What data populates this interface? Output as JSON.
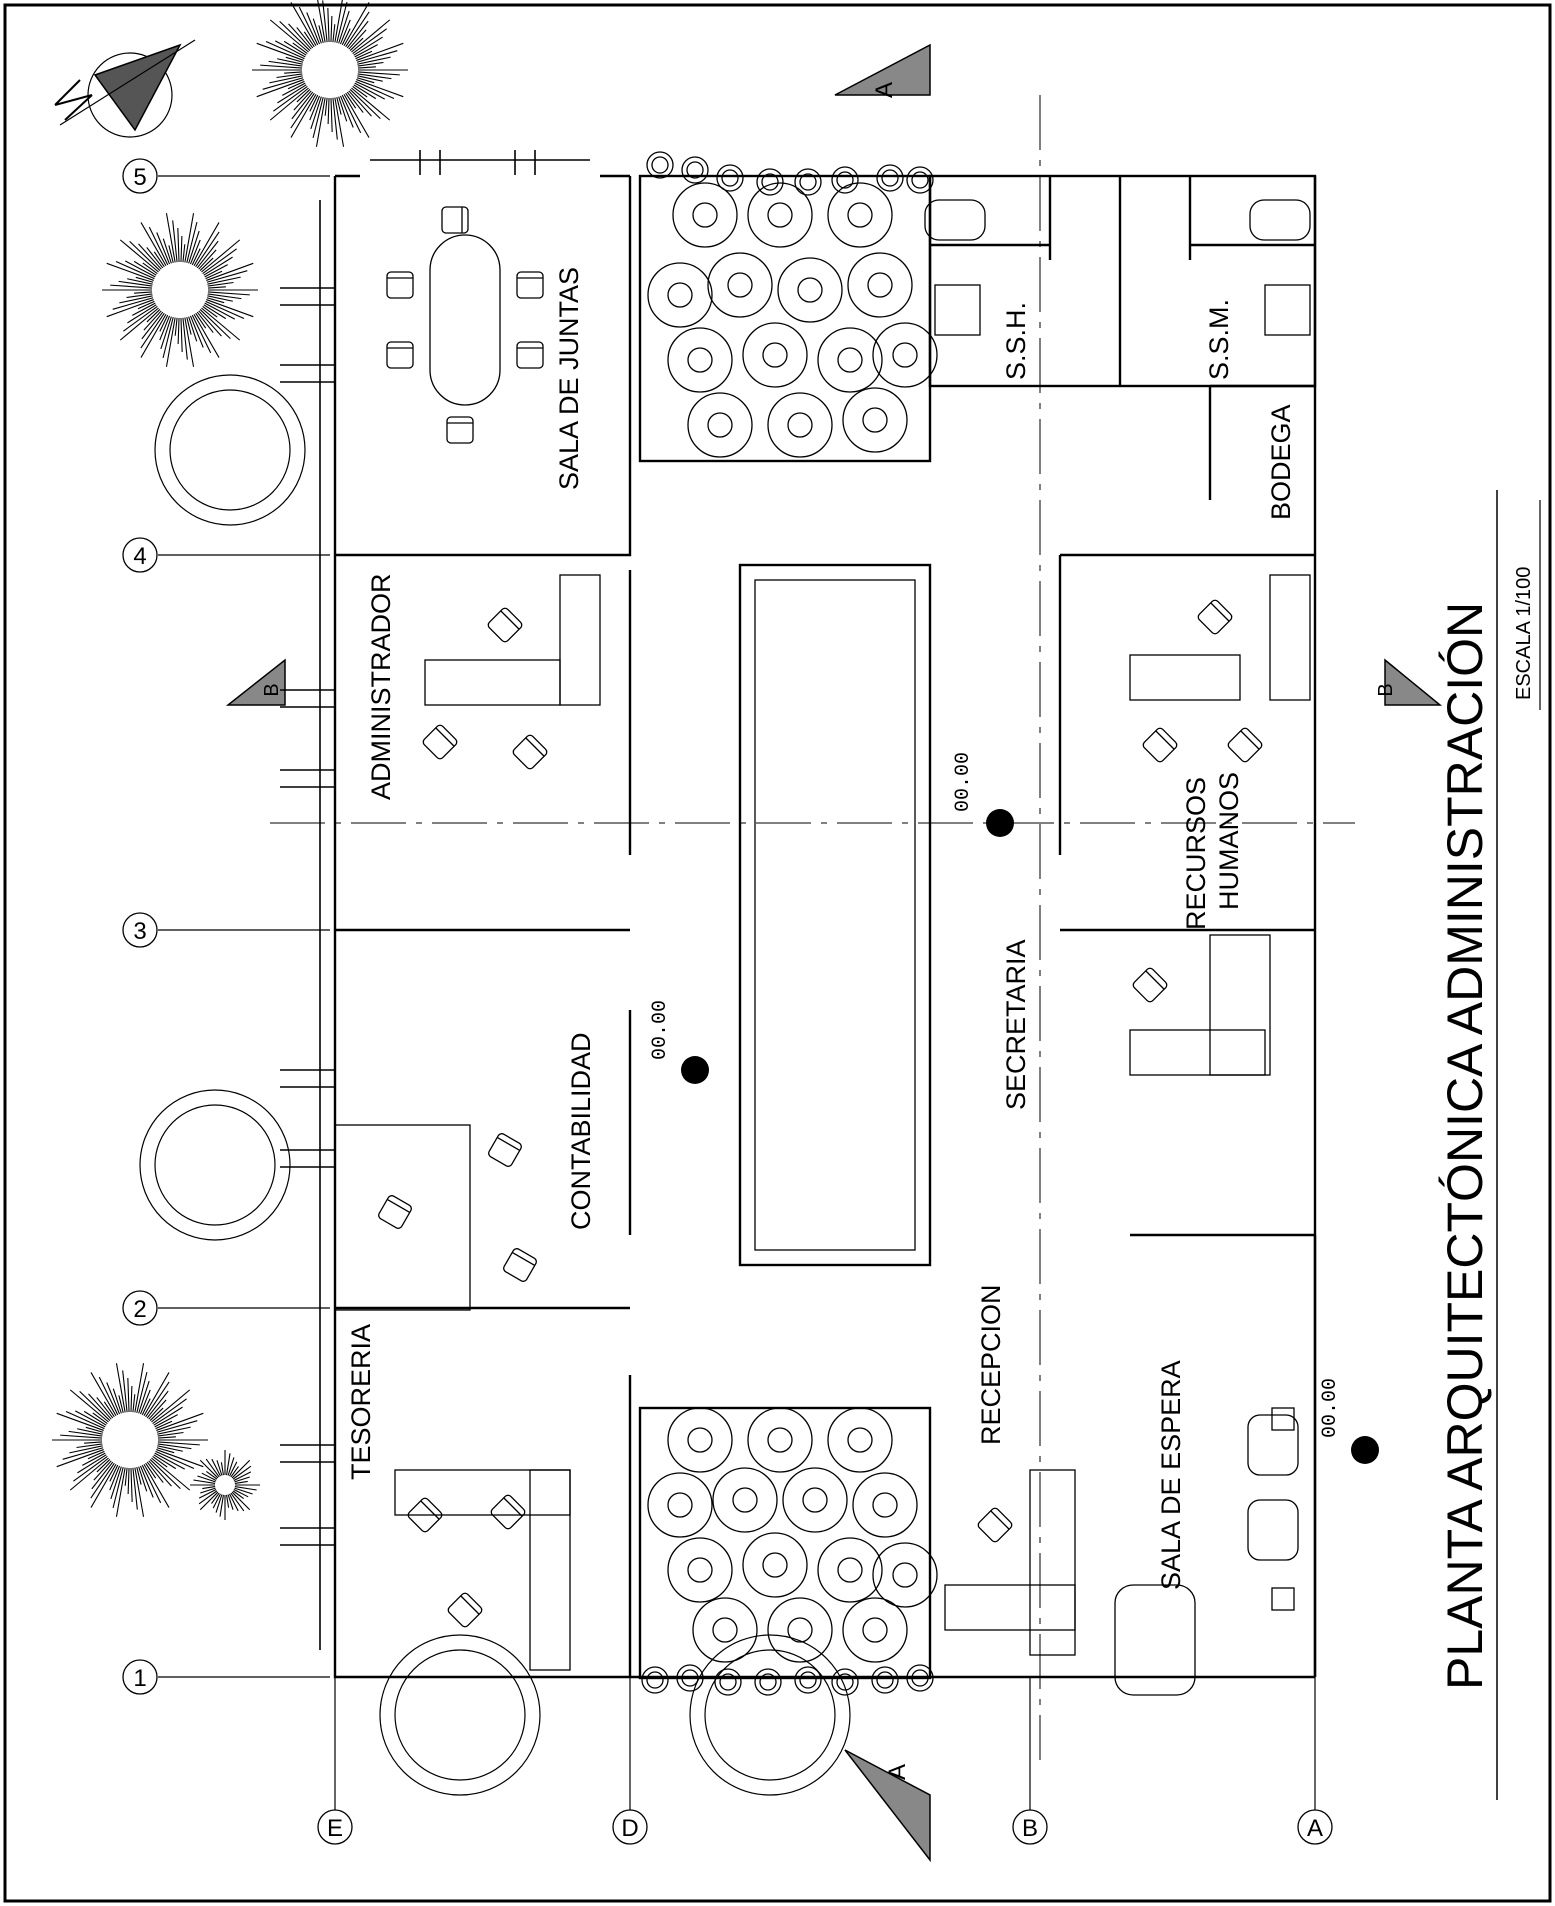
{
  "drawing": {
    "title": "PLANTA ARQUITECTÓNICA ADMINISTRACIÓN",
    "scale": "ESCALA 1/100"
  },
  "rooms": {
    "tesoreria": "TESORERIA",
    "contabilidad": "CONTABILIDAD",
    "administrador": "ADMINISTRADOR",
    "sala_juntas": "SALA DE JUNTAS",
    "recepcion": "RECEPCION",
    "secretaria": "SECRETARIA",
    "ssh": "S.S.H.",
    "ssm": "S.S.M.",
    "bodega": "BODEGA",
    "recursos_humanos_1": "RECURSOS",
    "recursos_humanos_2": "HUMANOS",
    "sala_espera": "SALA DE ESPERA"
  },
  "axes": {
    "numbers": [
      "1",
      "2",
      "3",
      "4",
      "5"
    ],
    "letters": [
      "E",
      "D",
      "B",
      "A"
    ]
  },
  "section_marks": {
    "a": "A",
    "b": "B"
  },
  "levels": {
    "level_1": "00.00",
    "level_2": "00.00",
    "level_3": "00.00"
  }
}
